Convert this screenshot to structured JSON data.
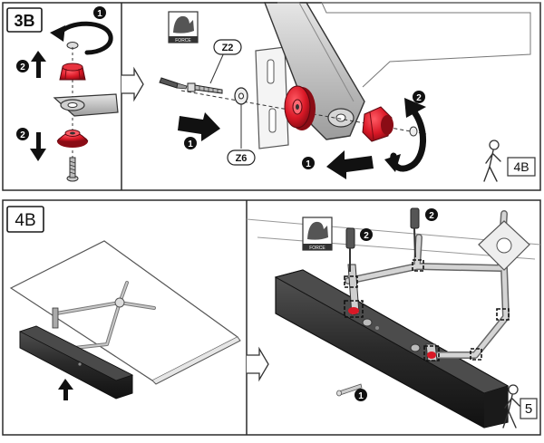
{
  "steps": {
    "step_3b": {
      "label": "3B",
      "next_label": "4B",
      "sequence": [
        "1",
        "2",
        "2"
      ],
      "detail_sequence": [
        "2",
        "1",
        "1"
      ],
      "parts": [
        "Z2",
        "Z6"
      ],
      "force_label": "FORCE"
    },
    "step_4b": {
      "label": "4B",
      "next_label": "5",
      "sequence": [
        "2",
        "2",
        "1"
      ],
      "force_label": "FORCE"
    }
  },
  "colors": {
    "frame": "#2b2b2b",
    "red_part": "#d91826",
    "metal": "#b9b9b9",
    "bar": "#2a2a2a"
  }
}
